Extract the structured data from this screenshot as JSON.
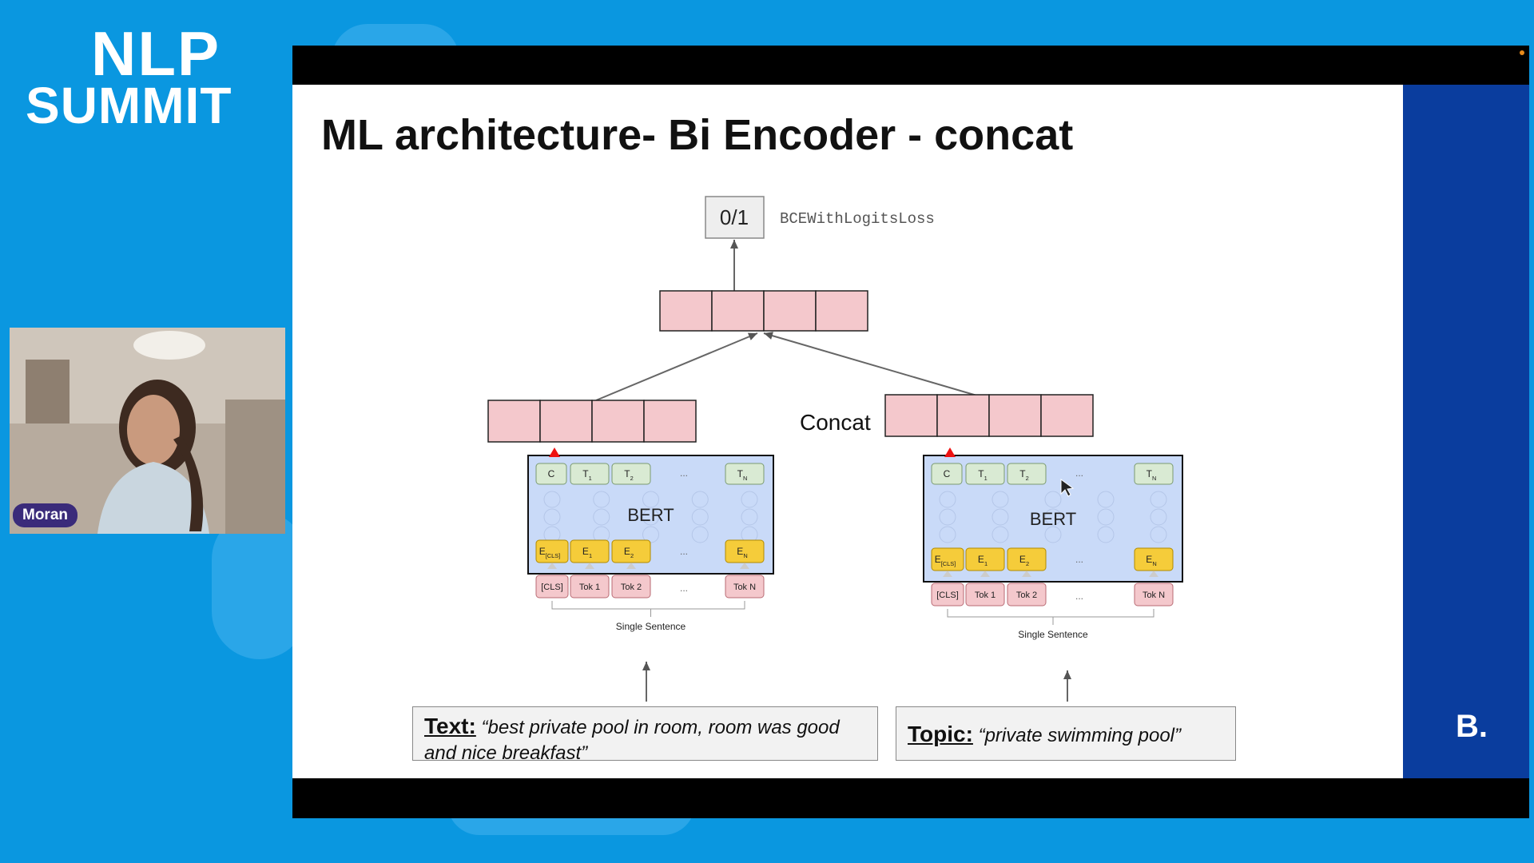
{
  "colors": {
    "background": "#0a97e0",
    "brand_panel": "#0a3d9e",
    "emb_pink": "#f4c8cc",
    "bert_blue": "#c9daf8",
    "token_yellow": "#f5cc3a",
    "output_green": "#d9ead3",
    "slide_bg": "#ffffff"
  },
  "logo": {
    "line1": "NLP",
    "line2": "SUMMIT"
  },
  "participant": {
    "name": "Moran"
  },
  "slide": {
    "title": "ML architecture- Bi Encoder - concat",
    "output_label": "0/1",
    "loss_label": "BCEWithLogitsLoss",
    "concat_label": "Concat",
    "bert_label": "BERT",
    "single_sentence": "Single Sentence",
    "ellipsis": "...",
    "top_tokens": [
      "C",
      "T",
      "T",
      "T"
    ],
    "top_subscripts": [
      "",
      "1",
      "2",
      "N"
    ],
    "emb_tokens": [
      "E",
      "E",
      "E",
      "E"
    ],
    "emb_subscripts": [
      "[CLS]",
      "1",
      "2",
      "N"
    ],
    "input_tokens": [
      "[CLS]",
      "Tok 1",
      "Tok 2",
      "Tok N"
    ],
    "text_input": {
      "label": "Text:",
      "quote": "“best private pool in room, room was good and nice breakfast”"
    },
    "topic_input": {
      "label": "Topic:",
      "quote": "“private swimming pool”"
    }
  },
  "brand": {
    "mark": "B."
  }
}
